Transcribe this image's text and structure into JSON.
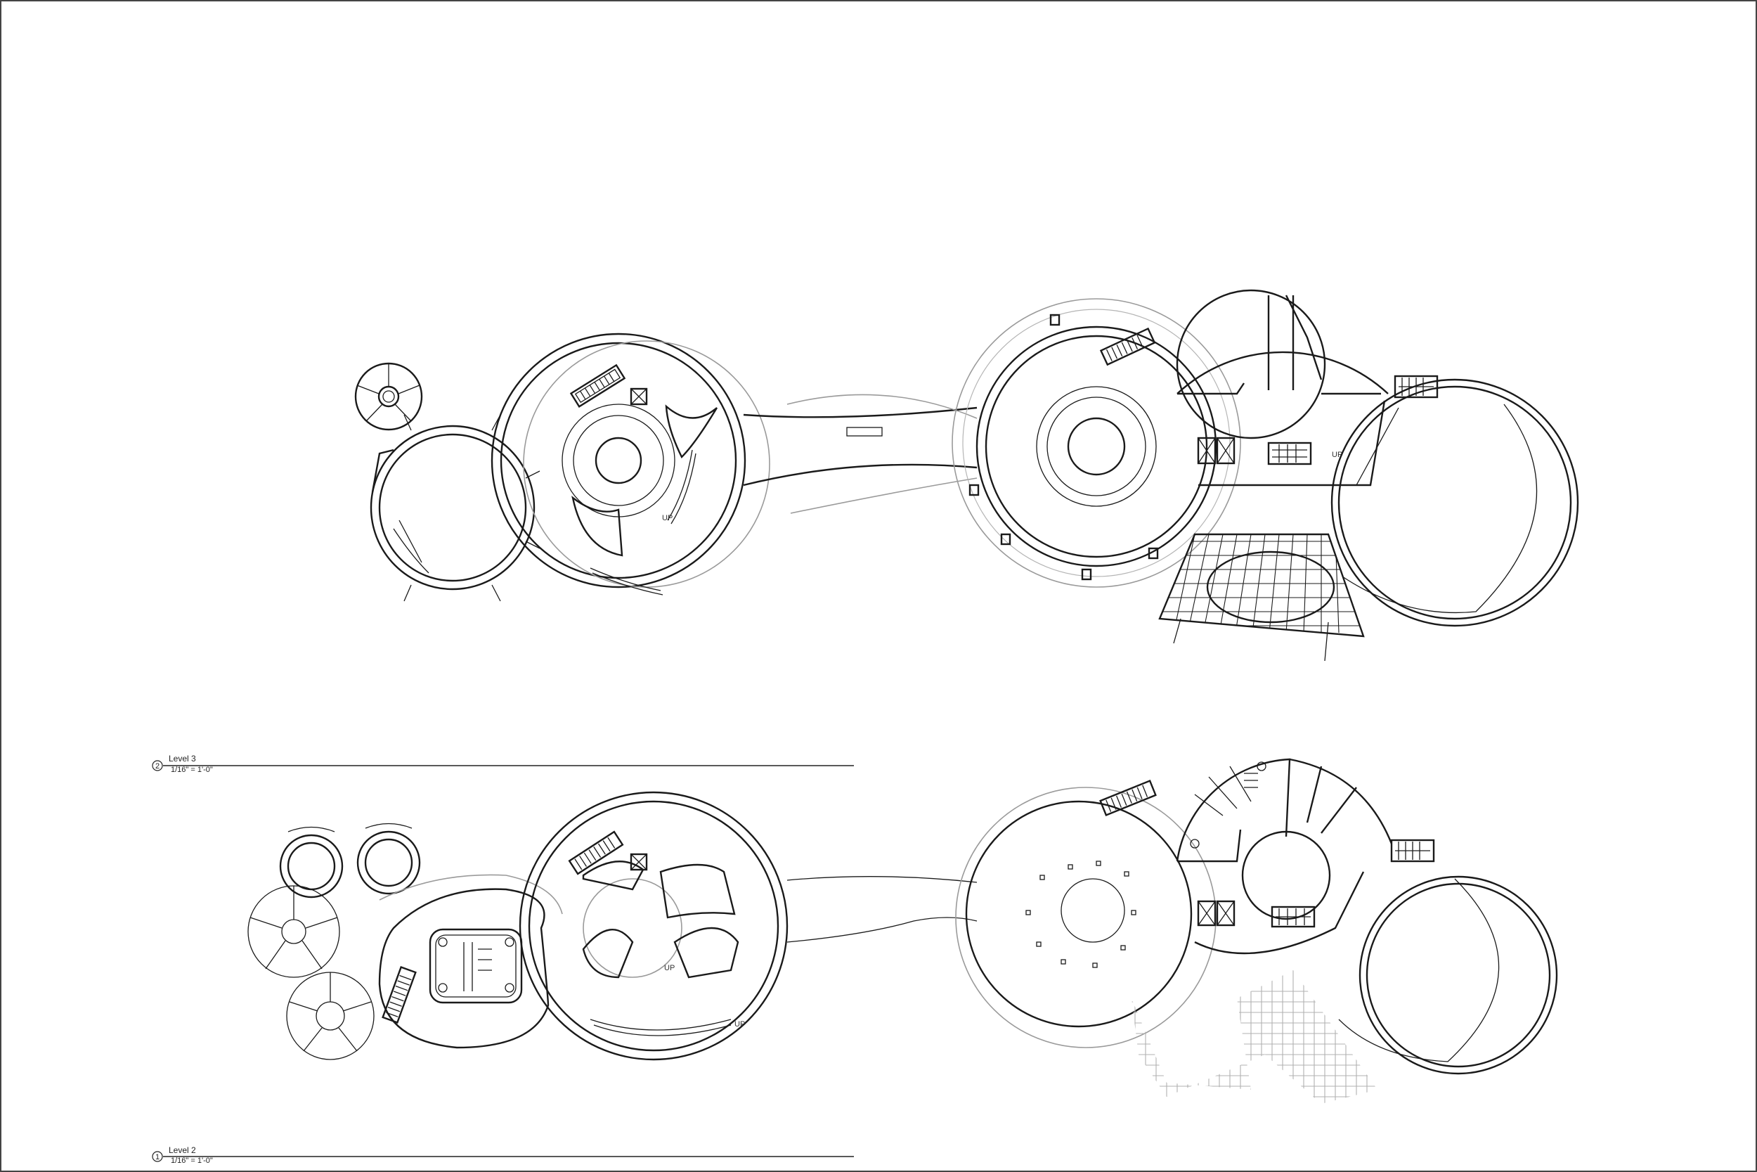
{
  "views": [
    {
      "number": "2",
      "name": "Level 3",
      "scale": "1/16\" = 1'-0\""
    },
    {
      "number": "1",
      "name": "Level 2",
      "scale": "1/16\" = 1'-0\""
    }
  ],
  "plan_labels": {
    "level3_up_a": "UP",
    "level3_up_b": "UP",
    "level2_up_a": "UP",
    "level2_up_b": "UP"
  },
  "colors": {
    "line": "#1a1a1a",
    "background_line": "#9a9a9a"
  }
}
